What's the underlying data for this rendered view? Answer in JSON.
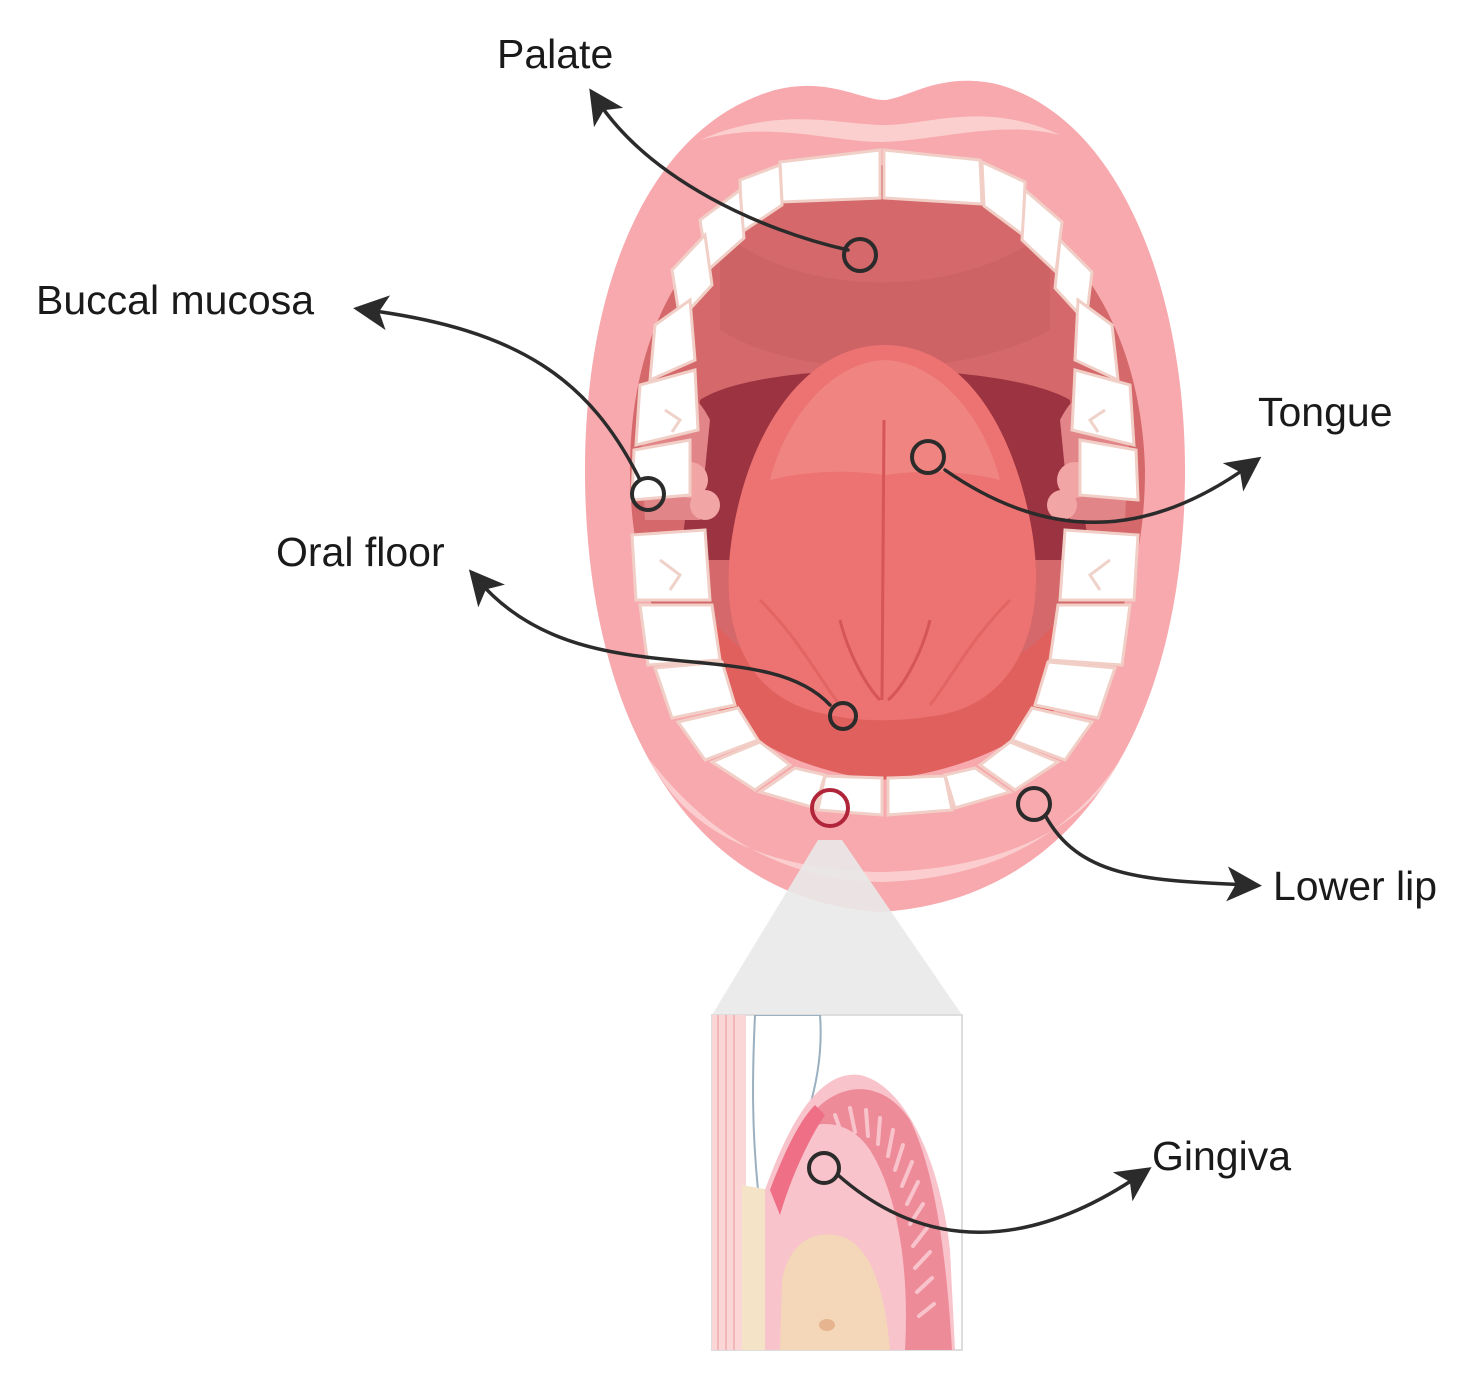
{
  "labels": {
    "palate": "Palate",
    "buccal_mucosa": "Buccal mucosa",
    "tongue": "Tongue",
    "oral_floor": "Oral floor",
    "lower_lip": "Lower lip",
    "gingiva": "Gingiva"
  },
  "colors": {
    "lip": "#f7a9ad",
    "lip_highlight": "#fcd3d3",
    "palate": "#d4686a",
    "throat": "#b94a50",
    "tongue": "#ec7371",
    "teeth": "#ffffff",
    "teeth_shadow": "#f3d9d2",
    "gum_pink": "#ee8b99",
    "gum_light": "#f8c3cb",
    "bone": "#f3d7b8",
    "leader": "#2b2b2b"
  }
}
